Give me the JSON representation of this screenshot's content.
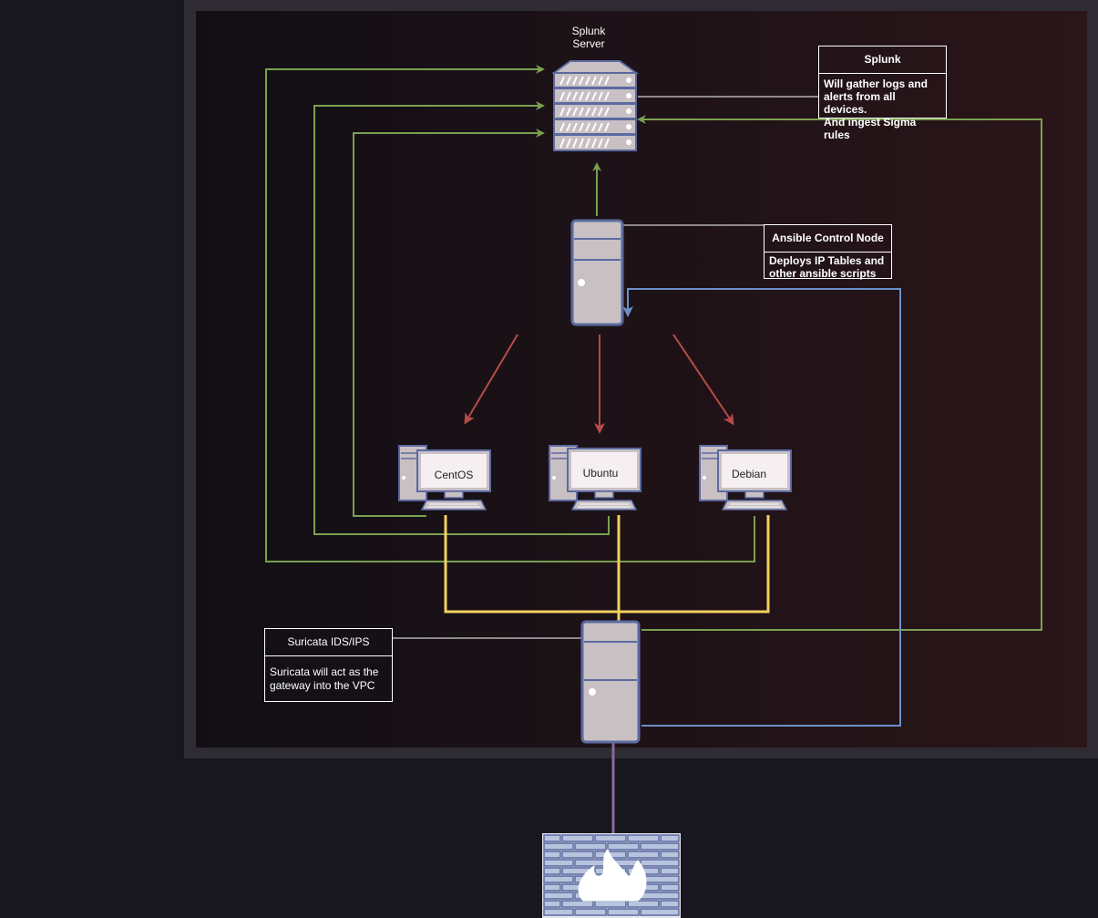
{
  "splunk_server_label": [
    "Splunk",
    "Server"
  ],
  "nodes": {
    "centos": "CentOS",
    "ubuntu": "Ubuntu",
    "debian": "Debian"
  },
  "notes": {
    "splunk": {
      "title": "Splunk",
      "lines": [
        "Will gather logs and",
        "alerts from all devices.",
        "And ingest Sigma rules"
      ]
    },
    "ansible": {
      "title": "Ansible Control Node",
      "lines": [
        "Deploys IP Tables and",
        "other ansible scripts"
      ]
    },
    "suricata": {
      "title": "Suricata IDS/IPS",
      "lines": [
        "Suricata will act as the",
        "gateway into the VPC"
      ]
    }
  },
  "colors": {
    "background": "#18161e",
    "vpc_fill_left": "#110f15",
    "vpc_fill_right": "#2a1519",
    "vpc_border": "#2e2c32",
    "log_flow": "#7aa050",
    "ansible_flow": "#b84a48",
    "network_link": "#f2d060",
    "management_link": "#6a90c8",
    "firewall_link": "#8a6a9a",
    "device_fill": "#c9c0c4",
    "device_stroke": "#5b6aa0"
  }
}
